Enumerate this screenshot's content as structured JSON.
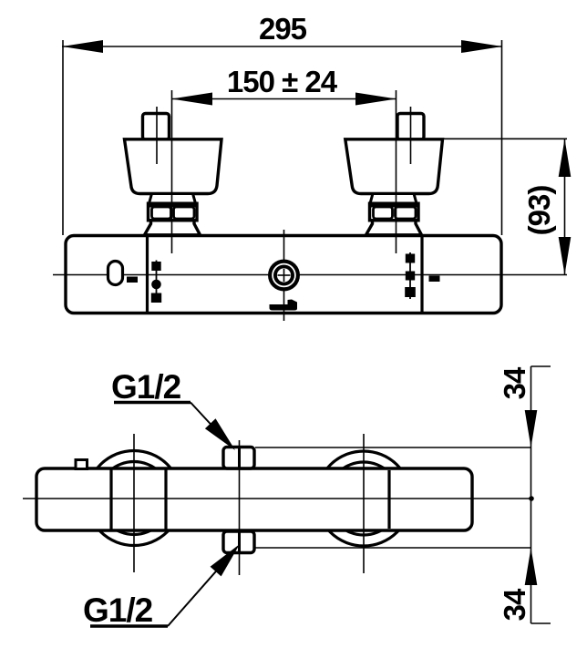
{
  "page": {
    "background_color": "#ffffff",
    "line_color": "#000000"
  },
  "views": {
    "front": {
      "dim_overall_width": "295",
      "dim_center_distance": "150 ± 24",
      "dim_height": "(93)"
    },
    "plan": {
      "dim_offset_top": "34",
      "dim_offset_bottom": "34",
      "label_port_top": "G1/2",
      "label_port_bottom": "G1/2"
    }
  }
}
